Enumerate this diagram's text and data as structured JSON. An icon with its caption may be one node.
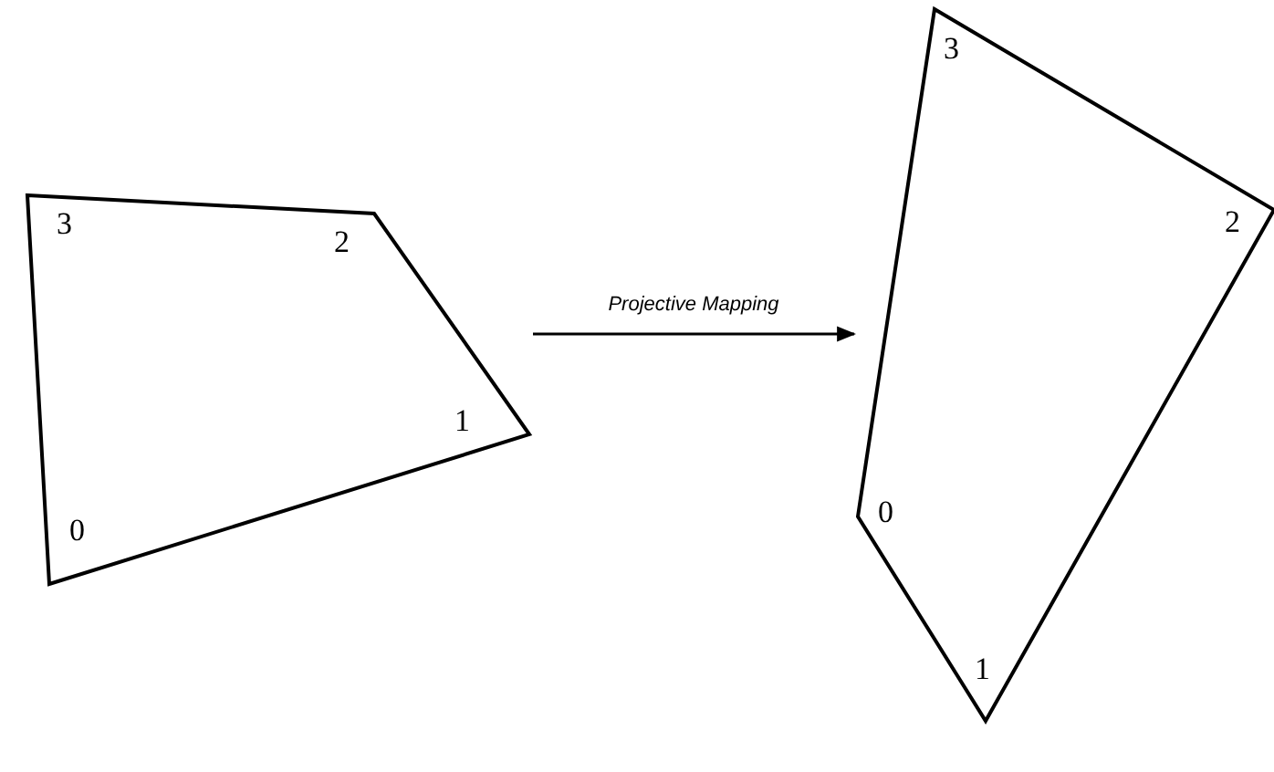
{
  "diagram": {
    "nodes": [
      {
        "text": [
          "3",
          "2",
          "1",
          "0"
        ]
      },
      {
        "text": [
          "3",
          "2",
          "0",
          "1"
        ]
      }
    ],
    "edges": [
      {
        "from": 0,
        "to": 1,
        "arrow": "to",
        "label": "Projective Mapping"
      }
    ]
  }
}
